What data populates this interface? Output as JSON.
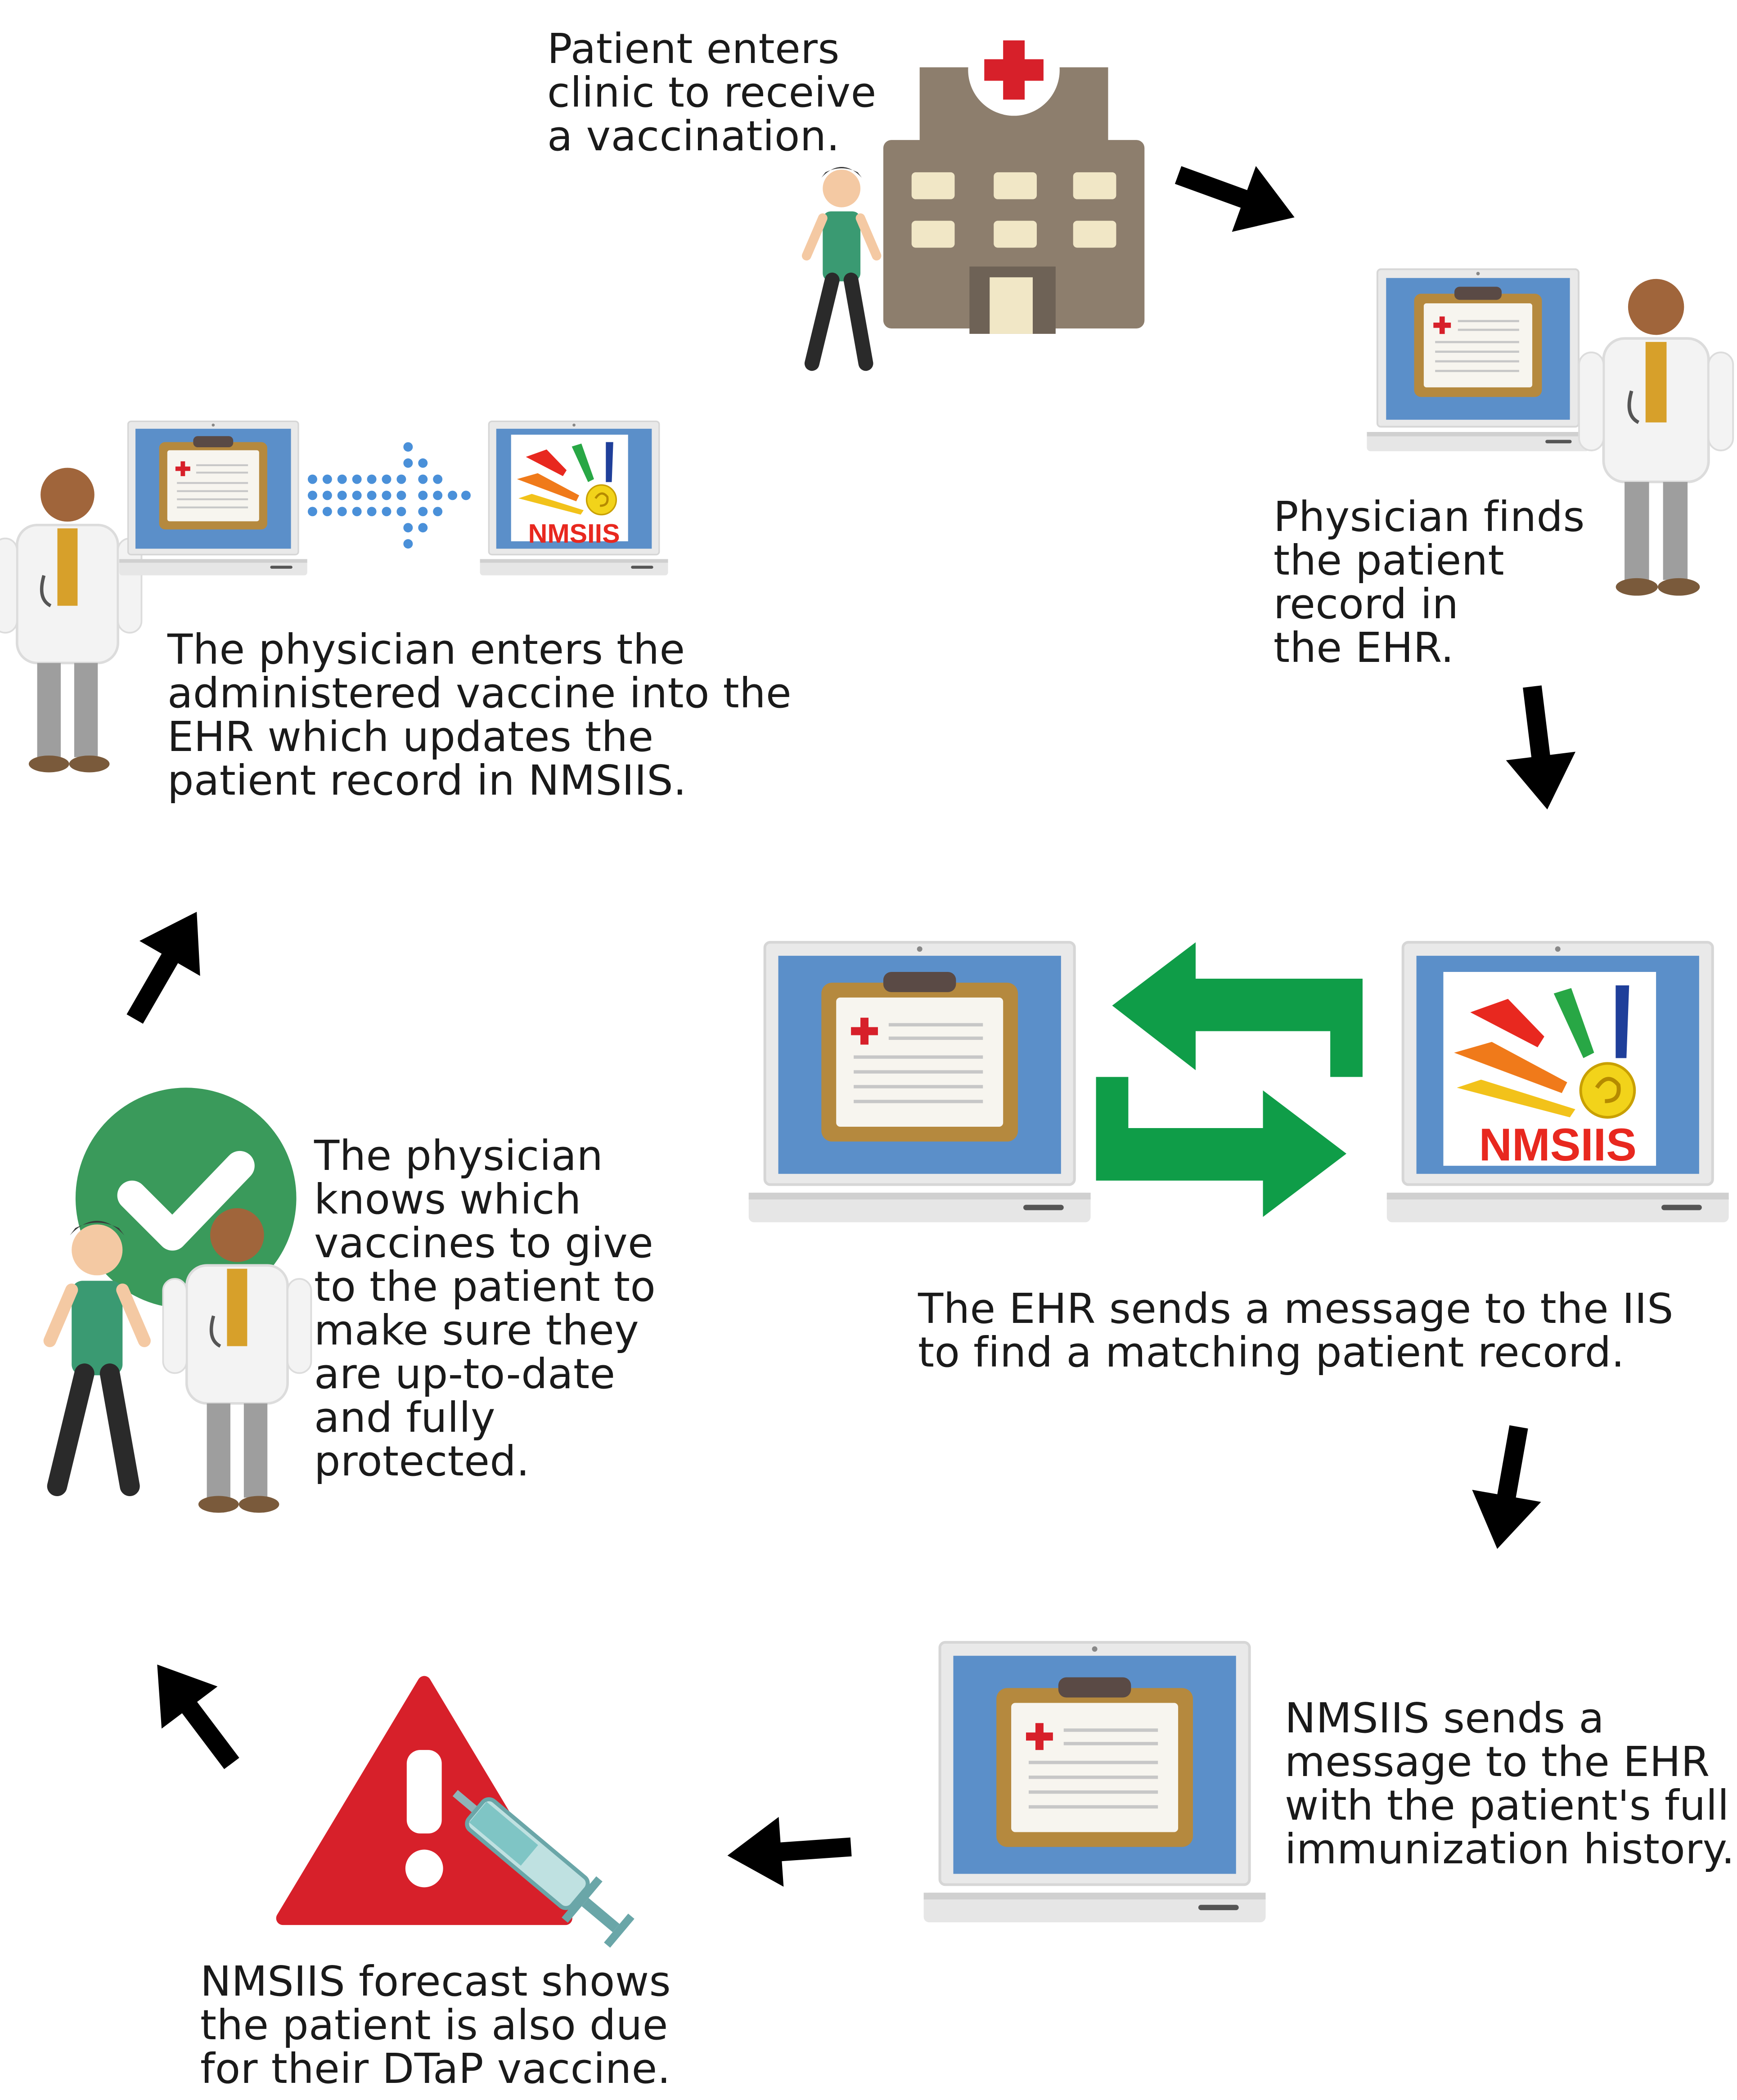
{
  "colors": {
    "screen": "#5b8fc9",
    "laptop_body": "#e6e6e6",
    "clipboard_frame": "#b5893e",
    "paper": "#f7f5ef",
    "red_cross": "#d7202a",
    "arrow": "#000000",
    "sync_arrow": "#0f9d48",
    "check_circle": "#3a9a5b",
    "warning": "#d7202a",
    "hospital": "#8d7e6d",
    "nmsiis_red": "#e8281f"
  },
  "steps": {
    "step1": {
      "lines": [
        "Patient enters",
        "clinic to receive",
        "a vaccination."
      ]
    },
    "step2": {
      "lines": [
        "Physician finds",
        "the patient",
        "record in",
        "the EHR."
      ]
    },
    "step3": {
      "lines": [
        "The EHR sends a message to the IIS",
        "to find a matching patient record."
      ]
    },
    "step4": {
      "lines": [
        "NMSIIS sends a",
        "message to the EHR",
        "with the patient's full",
        "immunization history."
      ]
    },
    "step5": {
      "lines": [
        "NMSIIS forecast shows",
        "the patient is also due",
        "for their DTaP vaccine."
      ]
    },
    "step6": {
      "lines": [
        "The physician",
        "knows which",
        "vaccines to give",
        "to the patient to",
        "make sure they",
        "are up-to-date",
        "and fully",
        "protected."
      ]
    },
    "step7": {
      "lines": [
        "The physician enters the",
        "administered vaccine into the",
        "EHR which updates the",
        "patient record in NMSIIS."
      ]
    }
  },
  "logo": {
    "small": "NMSIIS",
    "large": "NMSIIS"
  },
  "icons": {
    "hospital": "hospital-icon",
    "patient": "patient-icon",
    "physician": "physician-icon",
    "ehr_laptop": "ehr-laptop-icon",
    "nmsiis_laptop": "nmsiis-laptop-icon",
    "sync": "sync-arrows-icon",
    "flow_arrow": "arrow-icon",
    "dotted_arrow": "dotted-arrow-icon",
    "checkmark": "checkmark-icon",
    "warning": "warning-icon",
    "syringe": "syringe-icon"
  }
}
